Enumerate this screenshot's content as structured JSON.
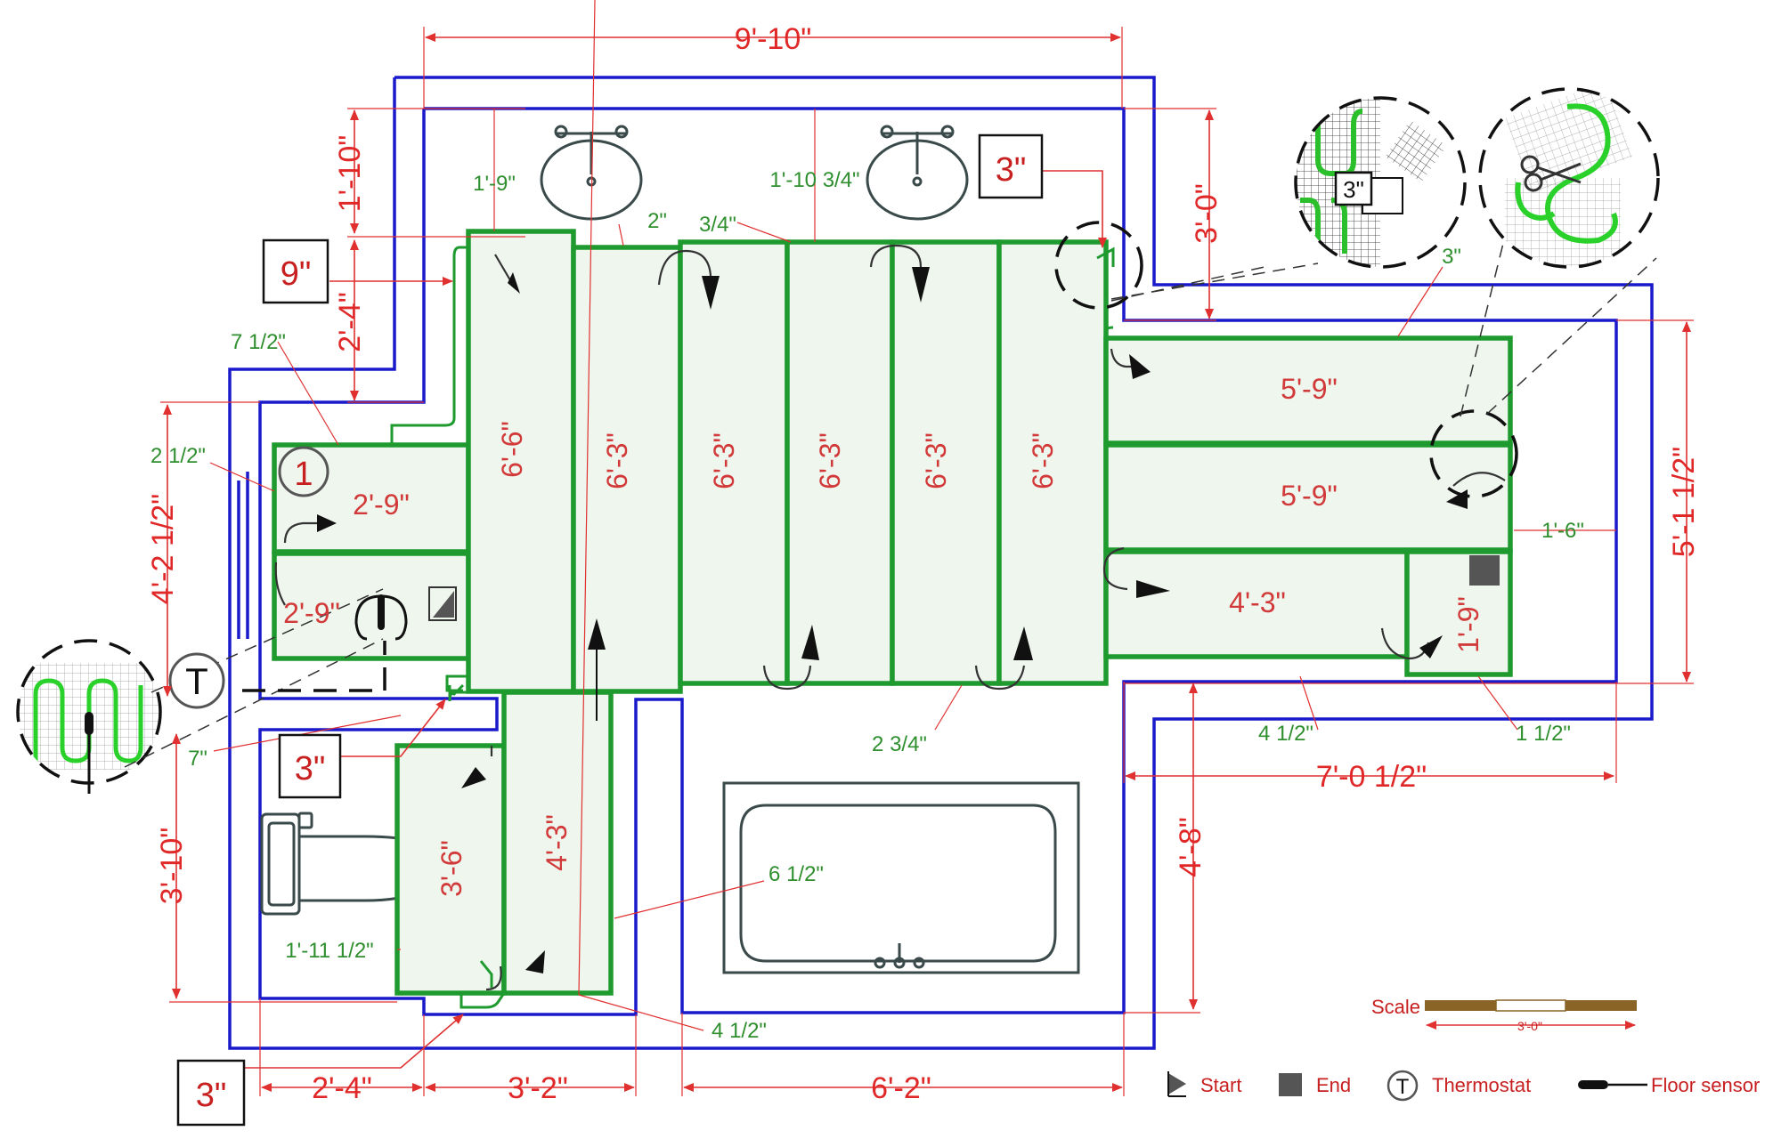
{
  "overall_dims": {
    "top_width": "9'-10\"",
    "left_upper": "1'-10\"",
    "left_middle": "2'-4\"",
    "left_tall": "4'-2 1/2\"",
    "left_lower": "3'-10\"",
    "right_upper": "3'-0\"",
    "right_tall": "5'-1 1/2\"",
    "right_lower": "4'-8\"",
    "bottom_1": "2'-4\"",
    "bottom_2": "3'-2\"",
    "bottom_3": "6'-2\"",
    "middle_right": "7'-0 1/2\""
  },
  "mats": {
    "left_top": "2'-9\"",
    "left_bottom": "2'-9\"",
    "strip_1": "6'-6\"",
    "strip_2": "6'-3\"",
    "strip_3": "6'-3\"",
    "strip_4": "6'-3\"",
    "strip_5": "6'-3\"",
    "strip_6": "6'-3\"",
    "right_top": "5'-9\"",
    "right_middle": "5'-9\"",
    "right_bottom": "4'-3\"",
    "right_small": "1'-9\"",
    "toilet_mat": "3'-6\"",
    "lower_strip": "4'-3\""
  },
  "gaps": {
    "sink1": "1'-9\"",
    "sink2": "1'-10 3/4\"",
    "top_2in": "2\"",
    "top_34": "3/4\"",
    "seven_half": "7 1/2\"",
    "two_half": "2 1/2\"",
    "right_3in": "3\"",
    "right_1_6": "1'-6\"",
    "seven": "7\"",
    "two_34": "2 3/4\"",
    "four_half_r": "4 1/2\"",
    "one_half": "1 1/2\"",
    "six_half": "6 1/2\"",
    "toilet_gap": "1'-11 1/2\"",
    "four_half_b": "4 1/2\""
  },
  "boxes": {
    "nine": "9\"",
    "three_top": "3\"",
    "three_left": "3\"",
    "three_bottom": "3\"",
    "three_callout": "3\""
  },
  "markers": {
    "start_number": "1",
    "thermostat_letter": "T"
  },
  "legend": {
    "start": "Start",
    "end": "End",
    "thermostat": "Thermostat",
    "thermostat_letter": "T",
    "sensor": "Floor sensor",
    "scale_label": "Scale",
    "scale_value": "3'-0\""
  },
  "colors": {
    "wall": "#1a1acc",
    "mat": "#1e9a2e",
    "mat_fill": "#eef6ee",
    "dimension": "#e03030",
    "gap_text": "#2f8f2f"
  }
}
